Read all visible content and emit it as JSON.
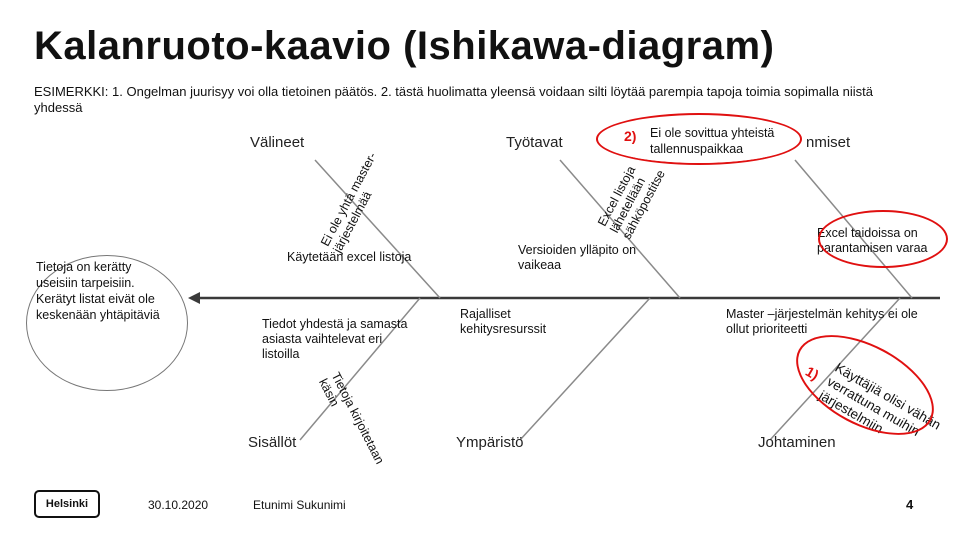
{
  "title": "Kalanruoto-kaavio (Ishikawa-diagram)",
  "subtitle": "ESIMERKKI: 1. Ongelman juurisyy voi olla tietoinen päätös. 2. tästä huolimatta yleensä voidaan silti löytää parempia tapoja toimia sopimalla niistä yhdessä",
  "problem": "Tietoja on kerätty useisiin tarpeisiin. Kerätyt listat eivät ole keskenään yhtäpitäviä",
  "categories": {
    "valineet": "Välineet",
    "tyotavat": "Työtavat",
    "ihmiset": "nmiset",
    "sisallot": "Sisällöt",
    "ymparisto": "Ympäristö",
    "johtaminen": "Johtaminen"
  },
  "causes": {
    "ei_ole_yhta_line1": "Ei ole yhtä master-",
    "ei_ole_yhta_line2": "järjestelmää",
    "kaytetaan_excel": "Käytetään excel listoja",
    "excel_listoja_line1": "Excel listoja",
    "excel_listoja_line2": "lähetellään",
    "excel_listoja_line3": "sähköpostitse",
    "versioiden": "Versioiden ylläpito on vaikeaa",
    "excel_taidoissa": "Excel taidoissa on parantamisen varaa",
    "tiedot_yhdesta": "Tiedot yhdestä ja samasta asiasta vaihtelevat eri listoilla",
    "tietoja_kasin_line1": "Tietoja kirjoitetaan",
    "tietoja_kasin_line2": "käsin",
    "rajalliset": "Rajalliset kehitysresurssit",
    "master_jarjestelman": "Master –järjestelmän kehitys ei ole ollut prioriteetti",
    "kayttajia_line1": "Käyttäjiä olisi vähän",
    "kayttajia_line2": "verrattuna muihin",
    "kayttajia_line3": "järjestelmiin"
  },
  "highlights": {
    "marker_2": "2)",
    "note_2_line1": "Ei ole sovittua yhteistä",
    "note_2_line2": "tallennuspaikkaa",
    "marker_1": "1)"
  },
  "footer": {
    "logo": "Helsinki",
    "date": "30.10.2020",
    "author": "Etunimi Sukunimi",
    "page": "4"
  },
  "colors": {
    "spine": "#3a3a3a",
    "bones": "#8a8a8a",
    "highlight": "#e01010"
  }
}
